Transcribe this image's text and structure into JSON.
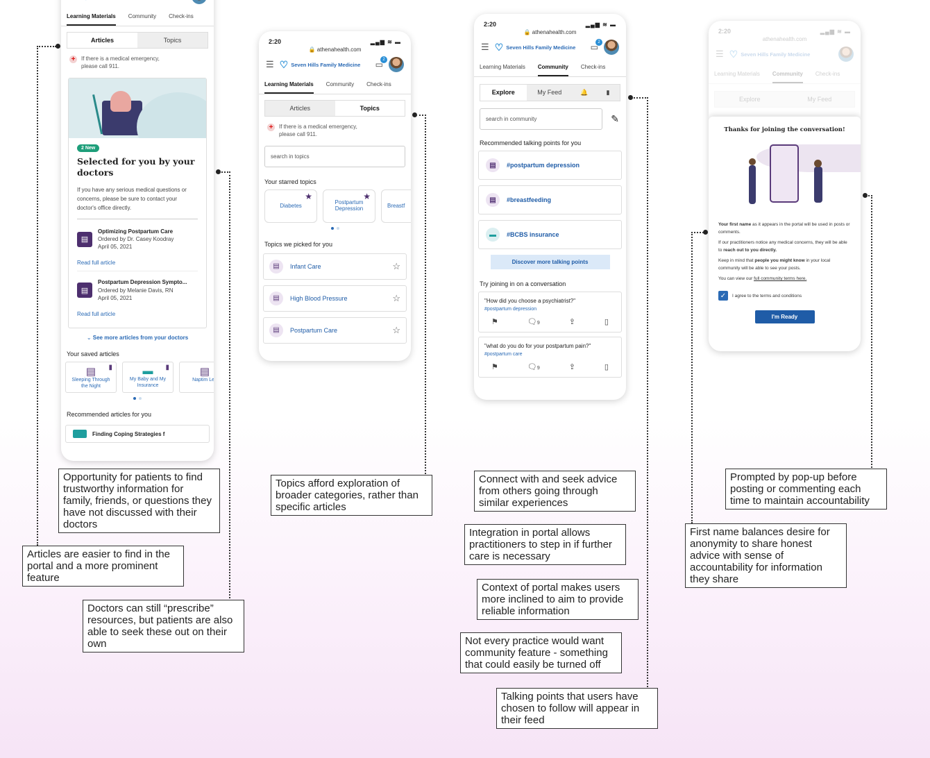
{
  "brand": {
    "name": "Seven Hills Family Medicine",
    "url": "athenahealth.com",
    "time": "2:20",
    "chat_badge": "2"
  },
  "nav": {
    "tab1": "Learning Materials",
    "tab2": "Community",
    "tab3": "Check-ins"
  },
  "emergency": {
    "line1": "If there is a medical emergency,",
    "line2": "please call 911."
  },
  "phone1": {
    "seg1": "Articles",
    "seg2": "Topics",
    "badge": "2 New",
    "heading": "Selected for you by your doctors",
    "body": "If you have any serious medical questions or concerns, please be sure to contact your doctor's office directly.",
    "articles": [
      {
        "title": "Optimizing Postpartum Care",
        "by": "Ordered by Dr. Casey Koodray",
        "date": "April 05, 2021",
        "link": "Read full article"
      },
      {
        "title": "Postpartum Depression Sympto...",
        "by": "Ordered by Melanie Davis, RN",
        "date": "April 05, 2021",
        "link": "Read full article"
      }
    ],
    "see_more": "See more articles from your doctors",
    "saved_title": "Your saved articles",
    "saved": [
      "Sleeping Through the Night",
      "My Baby and My Insurance",
      "Naptim Lea"
    ],
    "recommended_title": "Recommended articles for you",
    "recommended_first": "Finding Coping Strategies f"
  },
  "phone2": {
    "seg1": "Articles",
    "seg2": "Topics",
    "search_placeholder": "search in topics",
    "starred_title": "Your starred topics",
    "starred": [
      "Diabetes",
      "Postpartum Depression",
      "Breastf"
    ],
    "picked_title": "Topics we picked for you",
    "picked": [
      "Infant Care",
      "High Blood Pressure",
      "Postpartum Care"
    ]
  },
  "phone3": {
    "seg1": "Explore",
    "seg2": "My Feed",
    "search_placeholder": "search in community",
    "recommended_title": "Recommended talking points for you",
    "talking_points": [
      "#postpartum depression",
      "#breastfeeding",
      "#BCBS insurance"
    ],
    "discover": "Discover more talking points",
    "join_title": "Try joining in on a conversation",
    "conversations": [
      {
        "q": "\"How did you choose a psychiatrist?\"",
        "tag": "#postpartum depression",
        "count": "9"
      },
      {
        "q": "\"what do you do for your postpartum pain?\"",
        "tag": "#postpartum care",
        "count": "9"
      }
    ]
  },
  "phone4": {
    "modal_title": "Thanks for joining the conversation!",
    "p1_bold": "Your first name",
    "p1_rest": " as it appears in the portal will be used in posts or comments.",
    "p2_pre": "If our practitioners notice any medical concerns, they will be able to ",
    "p2_bold": "reach out to you directly.",
    "p3_pre": "Keep in mind that ",
    "p3_bold": "people you might know",
    "p3_rest": " in your local community will be able to see your posts.",
    "p4_pre": "You can view our ",
    "p4_link": "full community terms here.",
    "agree": "I agree to the terms and conditions",
    "ready": "I'm Ready",
    "bg_seg1": "Explore",
    "bg_seg2": "My Feed"
  },
  "notes": {
    "n1": "Opportunity for patients to find trustworthy information for family, friends, or questions they have not discussed with their doctors",
    "n2": "Articles are easier to find in the portal and a more prominent feature",
    "n3": "Doctors can still “prescribe” resources, but patients are also able to seek these out on their own",
    "n4": "Topics afford exploration of broader categories, rather than specific articles",
    "n5": "Connect with and seek advice from others going through similar experiences",
    "n6": "Integration in portal allows practitioners to step in if further care is necessary",
    "n7": "Context of portal makes users more inclined to aim to provide reliable information",
    "n8": "Not every practice would want community feature - something that could easily be turned off",
    "n9": "Talking points that users have chosen to follow will appear in their feed",
    "n10": "Prompted by pop-up before posting or commenting each time to maintain accountability",
    "n11": "First name balances desire for anonymity to share honest advice with sense of accountability for information they share"
  }
}
